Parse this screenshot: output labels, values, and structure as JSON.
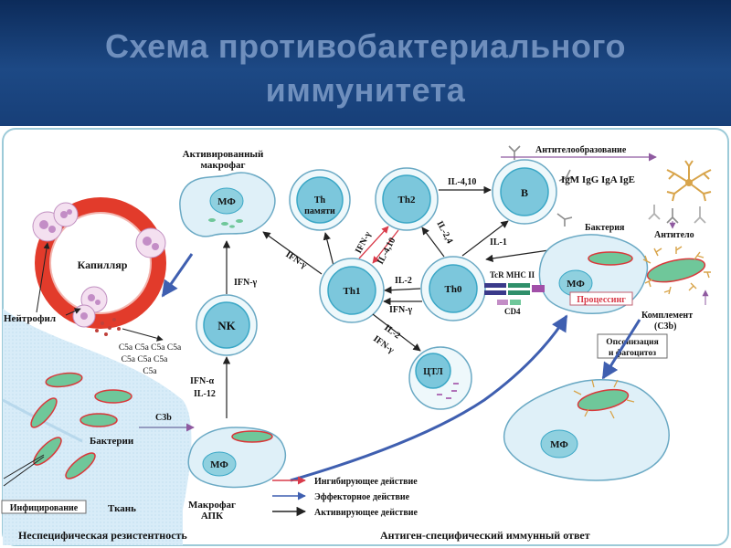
{
  "header": {
    "title_line1": "Схема противобактериального",
    "title_line2": "иммунитета"
  },
  "colors": {
    "header_bg": "#1d4985",
    "title_text": "#6f8fbd",
    "cell_fill": "#8fd0df",
    "nucleus_fill": "#3aa7c6",
    "bacteria_fill": "#6fc79a",
    "bacteria_border": "#d9383a",
    "capillary_red": "#e23b2b",
    "inhibit_arrow": "#d93b4a",
    "effector_arrow": "#3f5fb0",
    "activate_arrow": "#222222",
    "tissue_blue": "#cfe6f4"
  },
  "labels": {
    "activated_macrophage": [
      "Активированный",
      "макрофаг"
    ],
    "mf": "МФ",
    "capillary": "Капилляр",
    "neutrophil": "Нейтрофил",
    "c5a_rows": [
      "C5a  C5a  C5a  C5a",
      "C5a  C5a  C5a",
      "C5a"
    ],
    "nk": "NK",
    "th_memory": [
      "Th",
      "памяти"
    ],
    "th1": "Th1",
    "th2": "Th2",
    "th0": "Th0",
    "b": "B",
    "ctl": "ЦТЛ",
    "antibody_formation": "Антителообразование",
    "igs": "IgM  IgG  IgA  IgE",
    "bacterium": "Бактерия",
    "antibody": "Антитело",
    "tcr_mhc": "TcR MHC II",
    "cd4": "CD4",
    "processing": "Процессинг",
    "complement": [
      "Комплемент",
      "(C3b)"
    ],
    "opsonization": [
      "Опсонизация",
      "и фагоцитоз"
    ],
    "bacteria": "Бактерии",
    "c3b": "C3b",
    "macrophage_apc": [
      "Макрофаг",
      "АПК"
    ],
    "infection": "Инфицирование",
    "tissue": "Ткань",
    "nonspecific": "Неспецифическая резистентность",
    "specific": "Антиген-специфический иммунный ответ"
  },
  "cytokines": {
    "ifn_g": "IFN-γ",
    "ifn_a": "IFN-α",
    "il12": "IL-12",
    "il410": "IL-4,10",
    "il410_b": "IL-4,10",
    "il24": "IL-2,4",
    "il2": "IL-2",
    "il2_b": "IL-2",
    "il1": "IL-1"
  },
  "legend": [
    {
      "label": "Ингибирующее действие",
      "color": "#d93b4a"
    },
    {
      "label": "Эффекторное действие",
      "color": "#3f5fb0"
    },
    {
      "label": "Активирующее действие",
      "color": "#222222"
    }
  ]
}
